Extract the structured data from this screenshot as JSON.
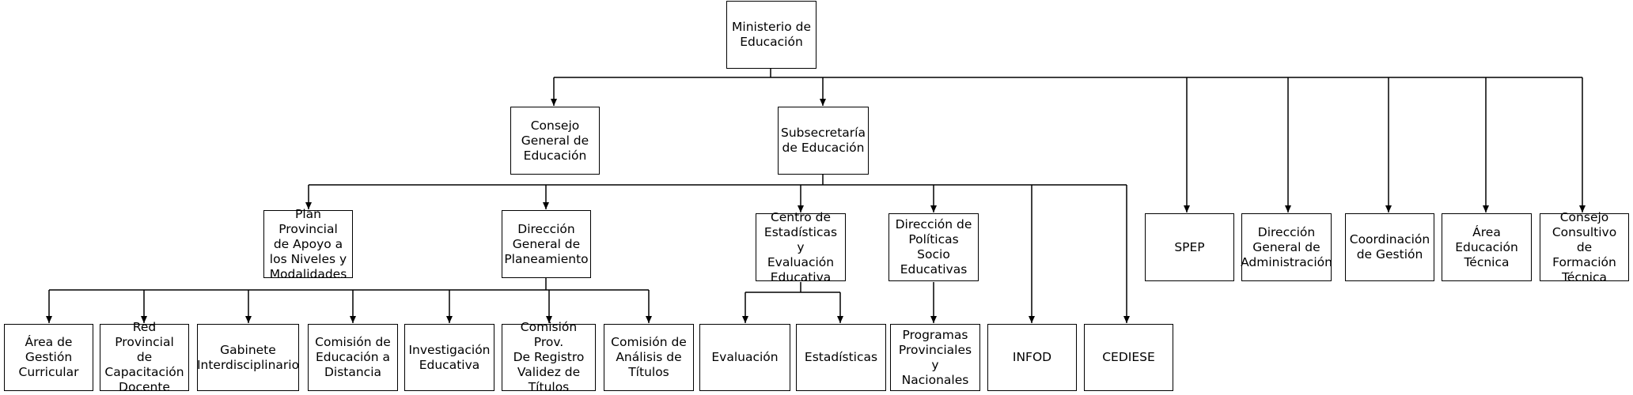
{
  "org_chart": {
    "ministerio": "Ministerio de\nEducación",
    "consejo_general": "Consejo\nGeneral de\nEducación",
    "subsecretaria": "Subsecretaría\nde Educación",
    "plan_provincial": "Plan Provincial\nde Apoyo a\nlos Niveles y\nModalidades",
    "direccion_planeamiento": "Dirección\nGeneral de\nPlaneamiento",
    "centro_estadisticas": "Centro de\nEstadísticas y\nEvaluación\nEducativa",
    "direccion_politicas": "Dirección de\nPolíticas Socio\nEducativas",
    "infod": "INFOD",
    "cediese": "CEDIESE",
    "spep": "SPEP",
    "direccion_administracion": "Dirección\nGeneral de\nAdministración",
    "coordinacion_gestion": "Coordinación\nde Gestión",
    "area_tecnica": "Área\nEducación\nTécnica",
    "consejo_consultivo": "Consejo\nConsultivo de\nFormación\nTécnica",
    "area_curricular": "Área de\nGestión\nCurricular",
    "red_provincial": "Red Provincial\nde\nCapacitación\nDocente",
    "gabinete": "Gabinete\nInterdisciplinario",
    "comision_distancia": "Comisión de\nEducación a\nDistancia",
    "investigacion": "Investigación\nEducativa",
    "comision_registro": "Comisión Prov.\nDe Registro\nValidez de\nTítulos",
    "comision_analisis": "Comisión de\nAnálisis de\nTítulos",
    "evaluacion": "Evaluación",
    "estadisticas": "Estadísticas",
    "programas": "Programas\nProvinciales y\nNacionales"
  }
}
